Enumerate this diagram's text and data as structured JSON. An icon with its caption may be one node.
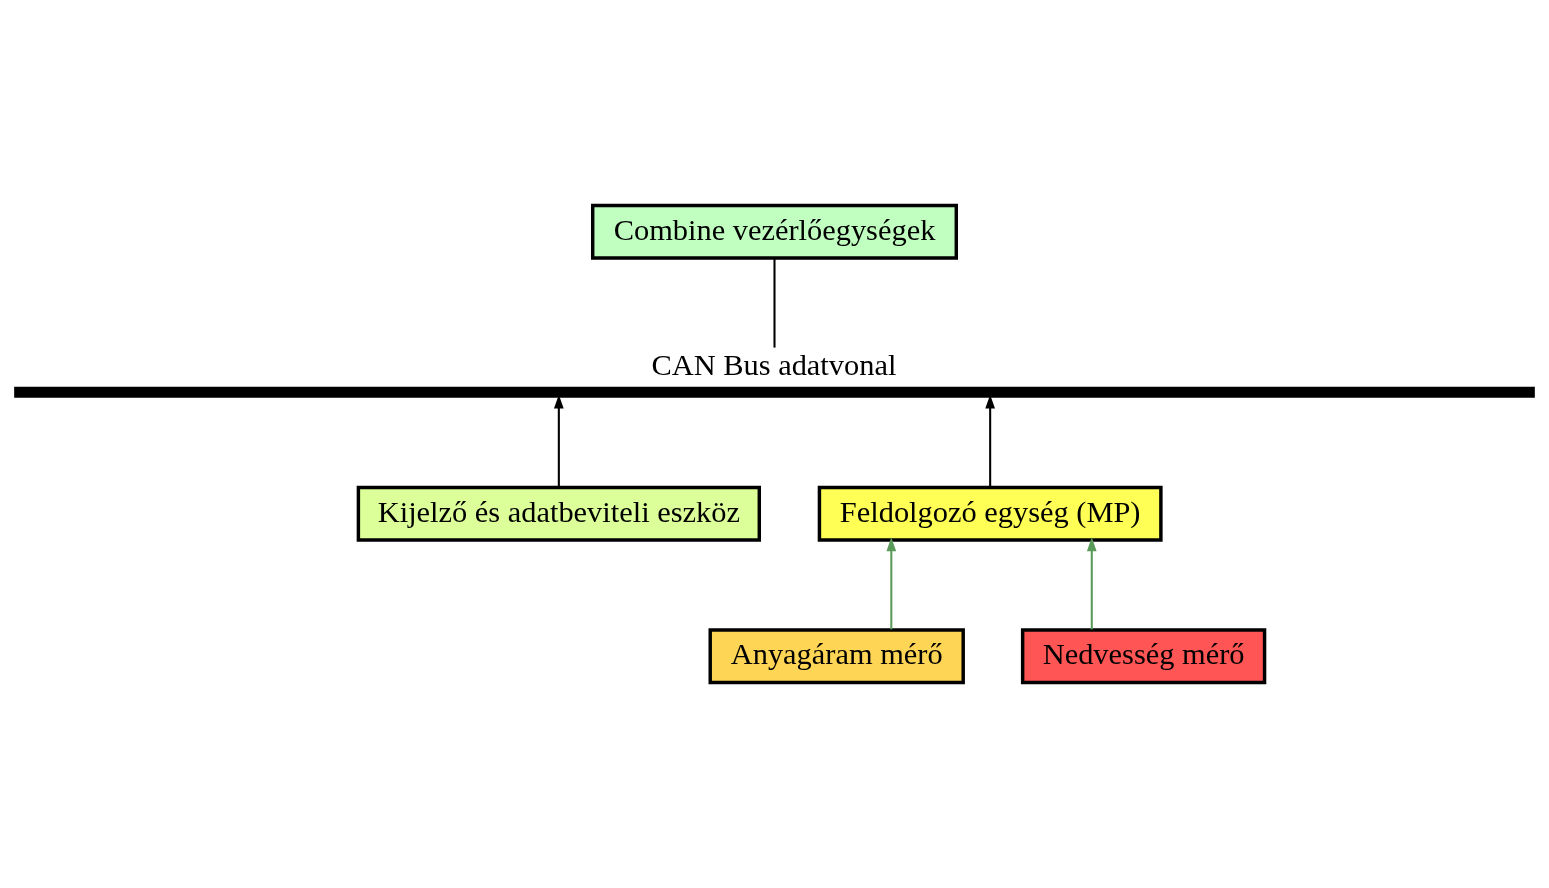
{
  "diagram": {
    "nodes": [
      {
        "text": [
          "Combine vezérlőegységek"
        ]
      },
      {
        "text": [
          "CAN Bus adatvonal"
        ]
      },
      {
        "text": [
          "Kijelző és adatbeviteli eszköz"
        ]
      },
      {
        "text": [
          "Feldolgozó egység (MP)"
        ]
      },
      {
        "text": [
          "Anyagáram mérő"
        ]
      },
      {
        "text": [
          "Nedvesség mérő"
        ]
      }
    ],
    "edges": [
      {
        "from": 0,
        "to": 1,
        "arrow": "none"
      },
      {
        "from": 2,
        "to": 1,
        "arrow": "to"
      },
      {
        "from": 3,
        "to": 1,
        "arrow": "to"
      },
      {
        "from": 4,
        "to": 3,
        "arrow": "to",
        "color": "#5a9a5a"
      },
      {
        "from": 5,
        "to": 3,
        "arrow": "to",
        "color": "#5a9a5a"
      }
    ]
  }
}
